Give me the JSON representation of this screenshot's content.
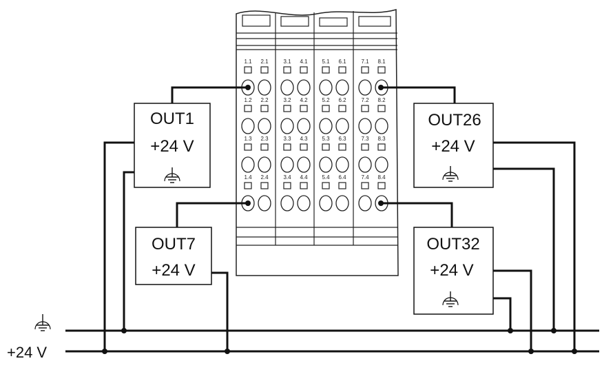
{
  "rails": {
    "ground_symbol": "ground-icon",
    "supply_label": "+24 V"
  },
  "modules": [
    {
      "id": "m1",
      "labels": [
        "1.1",
        "2.1",
        "1.2",
        "2.2",
        "1.3",
        "2.3",
        "1.4",
        "2.4"
      ]
    },
    {
      "id": "m2",
      "labels": [
        "3.1",
        "4.1",
        "3.2",
        "4.2",
        "3.3",
        "4.3",
        "3.4",
        "4.4"
      ]
    },
    {
      "id": "m3",
      "labels": [
        "5.1",
        "6.1",
        "5.2",
        "6.2",
        "5.3",
        "6.3",
        "5.4",
        "6.4"
      ]
    },
    {
      "id": "m4",
      "labels": [
        "7.1",
        "8.1",
        "7.2",
        "8.2",
        "7.3",
        "8.3",
        "7.4",
        "8.4"
      ]
    }
  ],
  "outputs": [
    {
      "id": "out1",
      "name": "OUT1",
      "supply": "+24 V",
      "has_ground": true
    },
    {
      "id": "out7",
      "name": "OUT7",
      "supply": "+24 V",
      "has_ground": false
    },
    {
      "id": "out26",
      "name": "OUT26",
      "supply": "+24 V",
      "has_ground": true
    },
    {
      "id": "out32",
      "name": "OUT32",
      "supply": "+24 V",
      "has_ground": true
    }
  ]
}
